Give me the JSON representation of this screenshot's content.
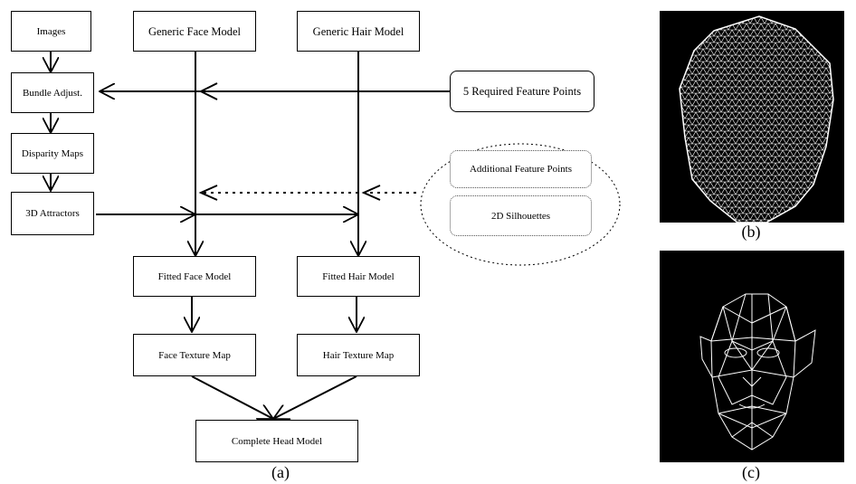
{
  "diagram": {
    "nodes": {
      "images": "Images",
      "generic_face": "Generic Face Model",
      "generic_hair": "Generic Hair Model",
      "bundle_adjust": "Bundle Adjust.",
      "required_points": "5 Required Feature Points",
      "disparity_maps": "Disparity Maps",
      "additional_points": "Additional Feature Points",
      "attractors": "3D Attractors",
      "silhouettes": "2D Silhouettes",
      "fitted_face": "Fitted Face Model",
      "fitted_hair": "Fitted Hair Model",
      "face_texture": "Face Texture Map",
      "hair_texture": "Hair Texture Map",
      "complete_head": "Complete Head Model"
    },
    "caption": "(a)"
  },
  "panels": {
    "b": {
      "caption": "(b)",
      "depicts": "dense triangulated head mesh, white on black"
    },
    "c": {
      "caption": "(c)",
      "depicts": "sparse triangulated face mesh, white on black"
    }
  },
  "colors": {
    "line": "#000000",
    "panel_bg": "#000000",
    "mesh": "#ffffff"
  }
}
